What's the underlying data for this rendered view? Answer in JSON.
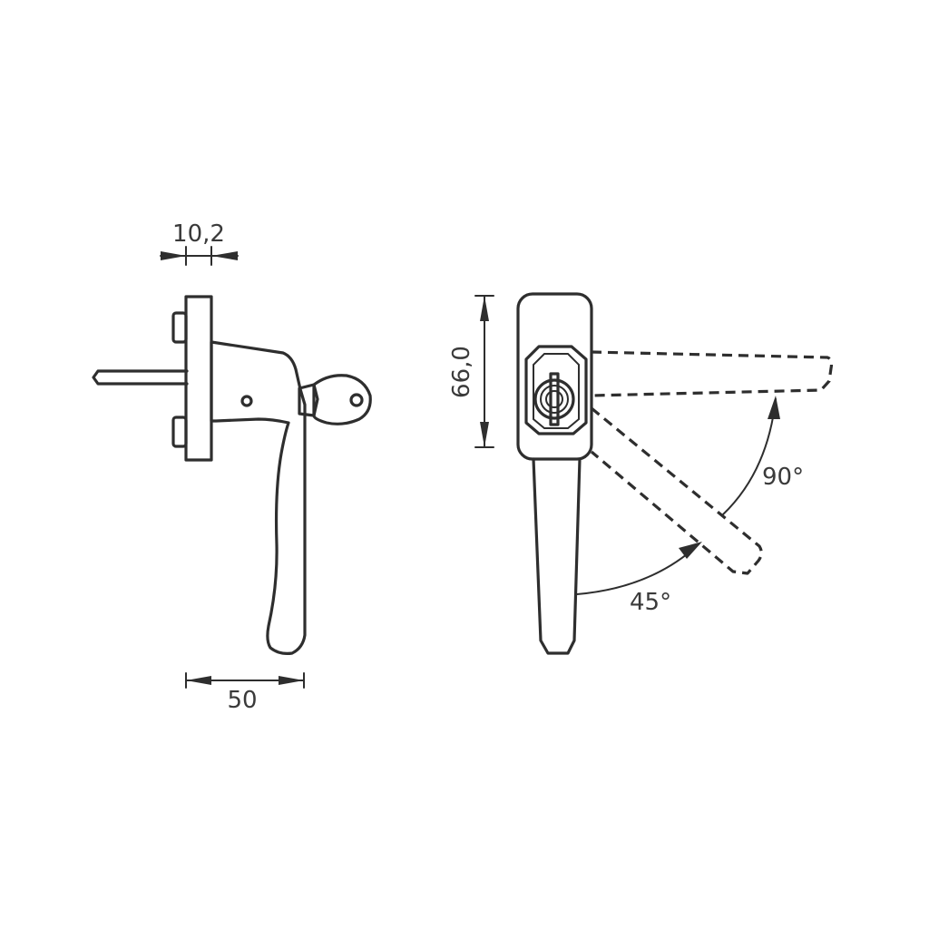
{
  "dimensions": {
    "escutcheon_depth": "10,2",
    "handle_projection": "50",
    "escutcheon_height": "66,0"
  },
  "angles": {
    "tilt": "45°",
    "turn": "90°"
  },
  "colors": {
    "line": "#2e2e2e",
    "text": "#3a3a3a",
    "background": "#ffffff"
  }
}
